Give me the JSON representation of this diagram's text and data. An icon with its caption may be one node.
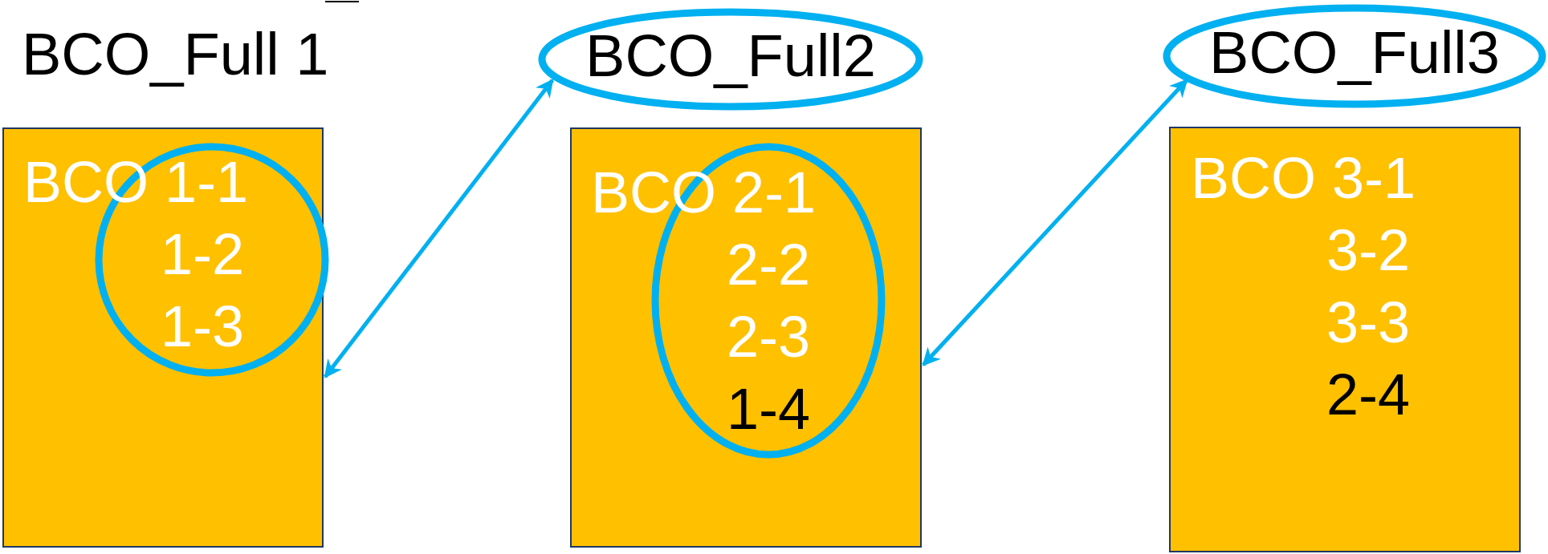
{
  "diagram": {
    "nodes": [
      {
        "text": [
          "BCO_Full 1"
        ]
      },
      {
        "text": [
          "BCO 1-1",
          "1-2",
          "1-3"
        ]
      },
      {
        "text": [
          "BCO_Full2"
        ]
      },
      {
        "text": [
          "BCO 2-1",
          "2-2",
          "2-3",
          "1-4"
        ]
      },
      {
        "text": [
          "BCO_Full3"
        ]
      },
      {
        "text": [
          "BCO 3-1",
          "3-2",
          "3-3",
          "2-4"
        ]
      }
    ],
    "edges": [
      {
        "from": 1,
        "to": 2,
        "arrow": "both"
      },
      {
        "from": 3,
        "to": 4,
        "arrow": "both"
      }
    ]
  }
}
